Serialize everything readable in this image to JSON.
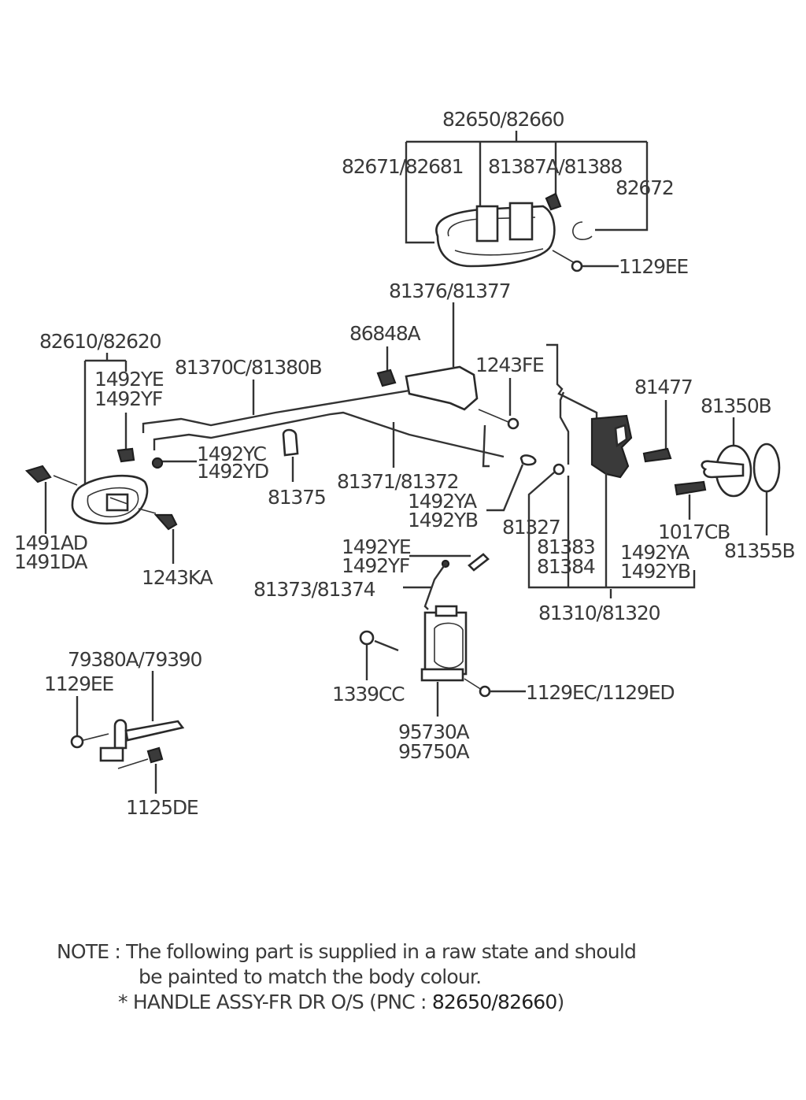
{
  "diagram": {
    "title": "Front Door Handle & Latch Parts Diagram",
    "labels": {
      "handle_outer_assy": "82650/82660",
      "handle_base": "82671/82681",
      "handle_cylinder": "81387A/81388",
      "handle_cap": "82672",
      "bolt_handle": "1129EE",
      "outer_rod": "81376/81377",
      "inner_handle_assy": "82610/82620",
      "clip_ye_yf_top": "1492YE",
      "clip_ye_yf_bottom": "1492YF",
      "remote_rod": "81370C/81380B",
      "bracket_86848a": "86848A",
      "bolt_1243fe": "1243FE",
      "striker_bolt_81477": "81477",
      "striker": "81350B",
      "clip_yc": "1492YC",
      "clip_yd": "1492YD",
      "clip_81375": "81375",
      "lock_rod": "81371/81372",
      "clip_ya_left_top": "1492YA",
      "clip_ya_left_bottom": "1492YB",
      "bushing_81327": "81327",
      "bolt_1017cb": "1017CB",
      "shim_81355b": "81355B",
      "screw_top": "1491AD",
      "screw_bottom": "1491DA",
      "screw_1243ka": "1243KA",
      "latch_part_top": "81383",
      "latch_part_bottom": "81384",
      "clip_ya_right_top": "1492YA",
      "clip_ya_right_bottom": "1492YB",
      "latch_assy": "81310/81320",
      "clip_ye_lower_top": "1492YE",
      "clip_ye_lower_bottom": "1492YF",
      "actuator_rod": "81373/81374",
      "checker_assy": "79380A/79390",
      "bolt_checker": "1129EE",
      "bolt_1125de": "1125DE",
      "grommet_1339cc": "1339CC",
      "screw_1129ec": "1129EC/1129ED",
      "actuator_top": "95730A",
      "actuator_bottom": "95750A"
    },
    "note": {
      "line1_prefix": "NOTE : ",
      "line1_text": "The following part is supplied in a raw state and should",
      "line2_text": "be painted to match the body colour.",
      "line3_text": "* HANDLE ASSY-FR DR O/S (PNC : ",
      "line3_pnc": "82650/82660",
      "line3_end": ")"
    }
  }
}
